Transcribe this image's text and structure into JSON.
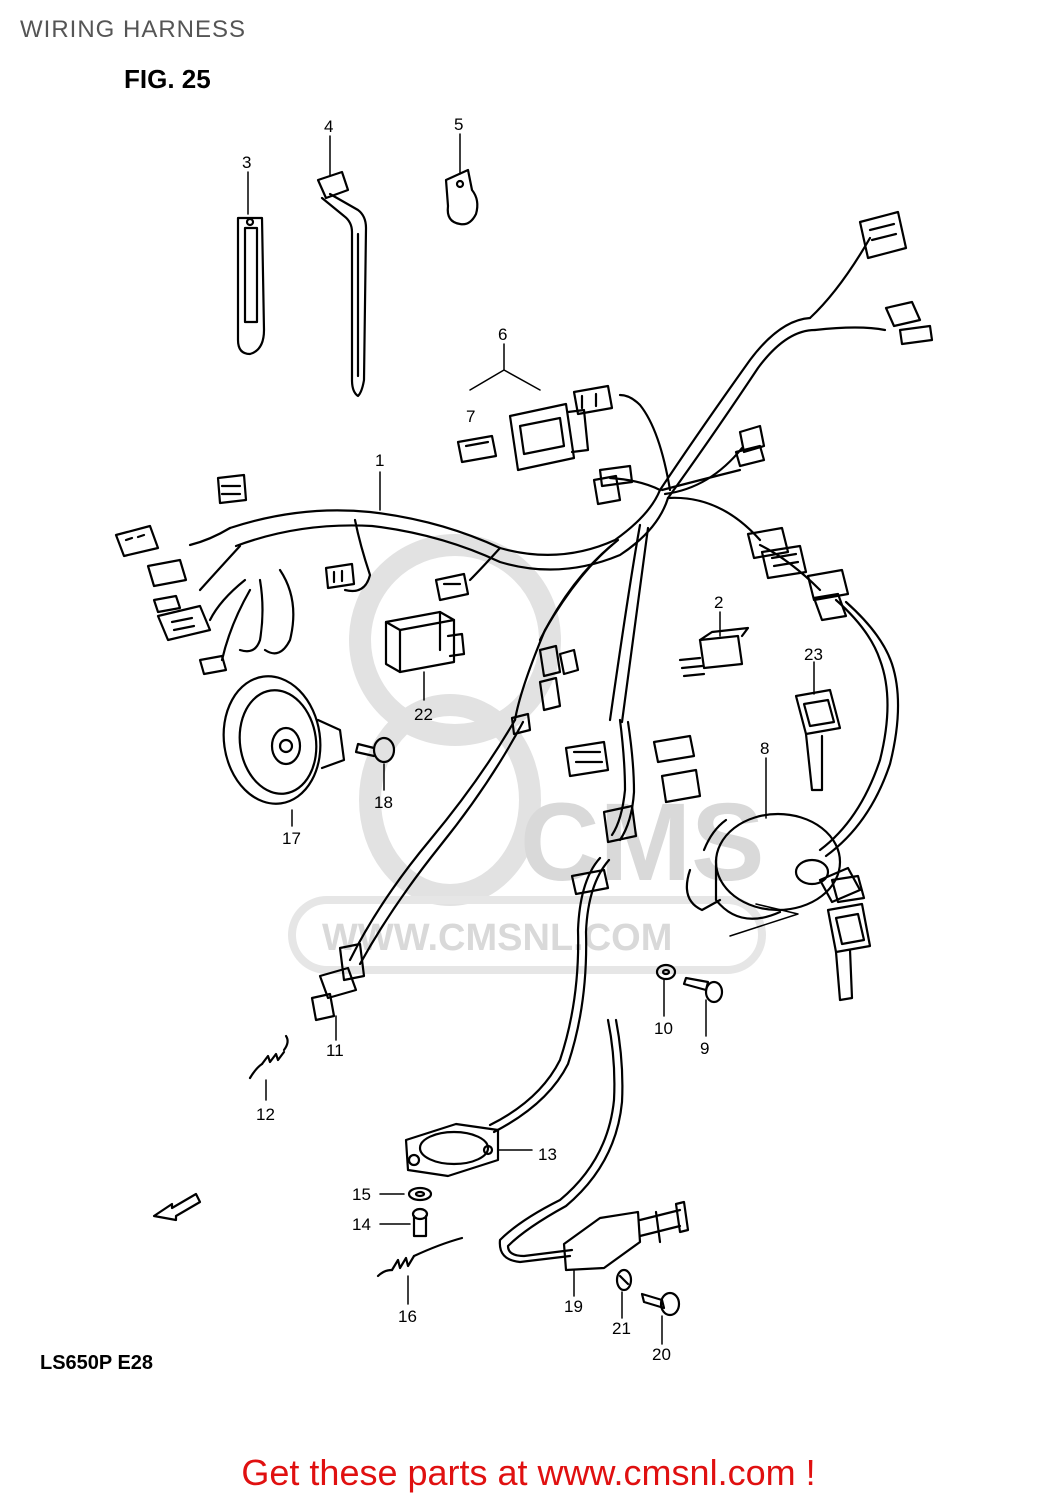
{
  "page_title": "WIRING HARNESS",
  "figure_label": "FIG. 25",
  "model_code": "LS650P E28",
  "watermark_text": "WWW.CMSNL.COM",
  "watermark_logo_text": "CMS",
  "promo_text": "Get these parts at www.cmsnl.com !",
  "colors": {
    "line": "#000000",
    "watermark": "#d9d9d9",
    "promo": "#e01010",
    "title": "#555555"
  },
  "parts": [
    {
      "number": "1",
      "name": "wiring-harness"
    },
    {
      "number": "2",
      "name": "relay-2"
    },
    {
      "number": "3",
      "name": "clamp-3"
    },
    {
      "number": "4",
      "name": "cable-tie"
    },
    {
      "number": "5",
      "name": "clamp-5"
    },
    {
      "number": "6",
      "name": "fuse-box"
    },
    {
      "number": "7",
      "name": "fuse"
    },
    {
      "number": "8",
      "name": "ignition-switch"
    },
    {
      "number": "9",
      "name": "bolt-9"
    },
    {
      "number": "10",
      "name": "washer-10"
    },
    {
      "number": "11",
      "name": "brake-light-switch"
    },
    {
      "number": "12",
      "name": "spring-12"
    },
    {
      "number": "13",
      "name": "gear-position-switch"
    },
    {
      "number": "14",
      "name": "screw-14"
    },
    {
      "number": "15",
      "name": "washer-15"
    },
    {
      "number": "16",
      "name": "spring-16"
    },
    {
      "number": "17",
      "name": "horn"
    },
    {
      "number": "18",
      "name": "screw-18"
    },
    {
      "number": "19",
      "name": "side-stand-switch"
    },
    {
      "number": "20",
      "name": "bolt-20"
    },
    {
      "number": "21",
      "name": "washer-21"
    },
    {
      "number": "22",
      "name": "relay-22"
    },
    {
      "number": "23",
      "name": "key"
    }
  ]
}
